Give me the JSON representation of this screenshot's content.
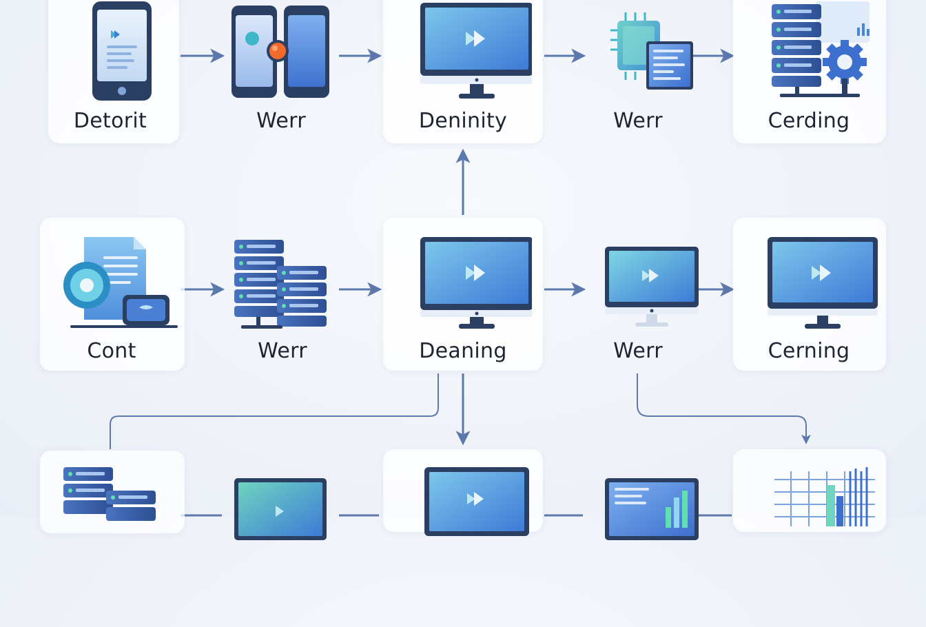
{
  "colors": {
    "arrow": "#5b79ad",
    "screen_top": "#7ec6ec",
    "screen_bottom": "#3d7bd6",
    "frame": "#2b3f63",
    "accent_orange": "#f36a2a",
    "accent_teal": "#3fb6c8"
  },
  "nodes": [
    {
      "id": "n1",
      "label": "Detorit",
      "icon": "smartphone-icon"
    },
    {
      "id": "n2",
      "label": "Werr",
      "icon": "two-phones-icon"
    },
    {
      "id": "n3",
      "label": "Deninity",
      "icon": "monitor-icon"
    },
    {
      "id": "n4",
      "label": "Werr",
      "icon": "chip-and-document-icon"
    },
    {
      "id": "n5",
      "label": "Cerding",
      "icon": "server-gear-icon"
    },
    {
      "id": "n6",
      "label": "Cont",
      "icon": "document-disc-icon"
    },
    {
      "id": "n7",
      "label": "Werr",
      "icon": "server-rack-icon"
    },
    {
      "id": "n8",
      "label": "Deaning",
      "icon": "monitor-icon"
    },
    {
      "id": "n9",
      "label": "Werr",
      "icon": "monitor-icon"
    },
    {
      "id": "n10",
      "label": "Cerning",
      "icon": "monitor-icon"
    },
    {
      "id": "n11",
      "label": "",
      "icon": "server-rack-icon"
    },
    {
      "id": "n12",
      "label": "",
      "icon": "monitor-icon"
    },
    {
      "id": "n13",
      "label": "",
      "icon": "monitor-icon"
    },
    {
      "id": "n14",
      "label": "",
      "icon": "dashboard-monitor-icon"
    },
    {
      "id": "n15",
      "label": "",
      "icon": "chart-grid-icon"
    }
  ],
  "edges": [
    {
      "from": "n1",
      "to": "n2"
    },
    {
      "from": "n2",
      "to": "n3"
    },
    {
      "from": "n3",
      "to": "n4"
    },
    {
      "from": "n4",
      "to": "n5"
    },
    {
      "from": "n6",
      "to": "n7"
    },
    {
      "from": "n7",
      "to": "n8"
    },
    {
      "from": "n8",
      "to": "n9"
    },
    {
      "from": "n9",
      "to": "n10"
    },
    {
      "from": "n8",
      "to": "n3"
    },
    {
      "from": "n8",
      "to": "n13"
    },
    {
      "from": "n8",
      "to": "n11"
    },
    {
      "from": "n9",
      "to": "n15"
    },
    {
      "from": "n11",
      "to": "n12"
    },
    {
      "from": "n12",
      "to": "n13"
    },
    {
      "from": "n13",
      "to": "n14"
    },
    {
      "from": "n14",
      "to": "n15"
    }
  ]
}
